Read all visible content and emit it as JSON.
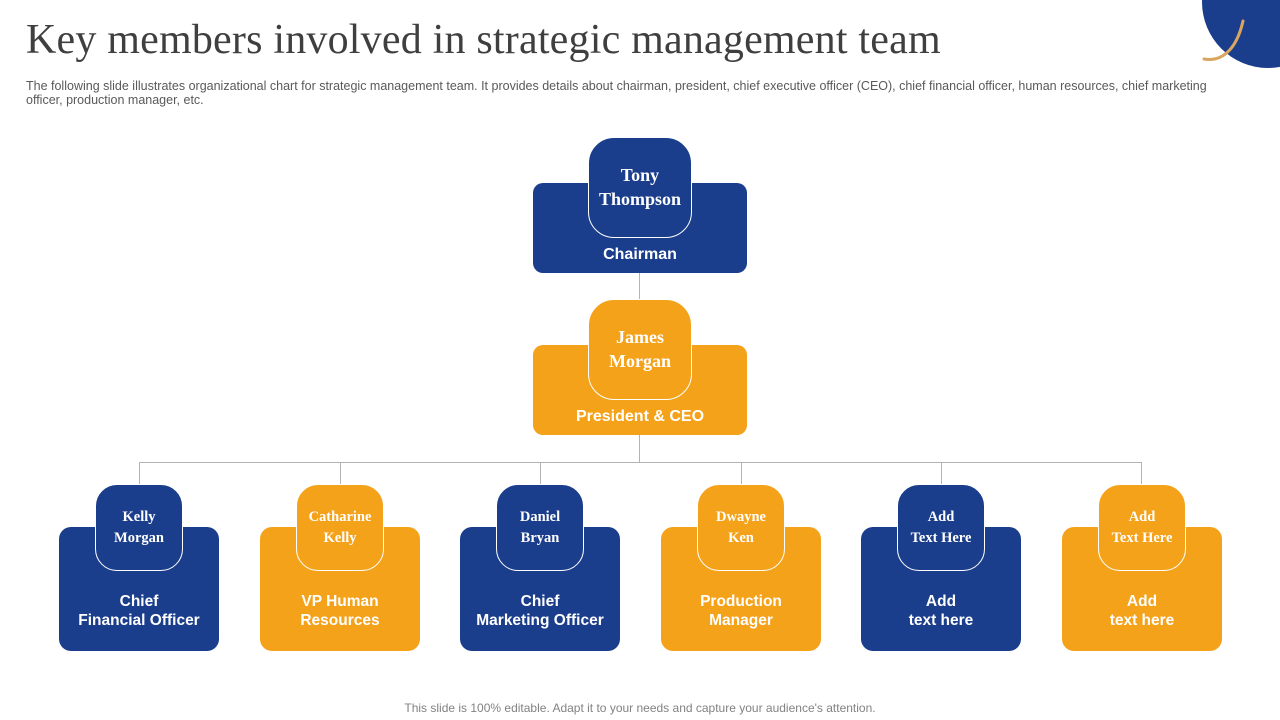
{
  "slide": {
    "title": "Key members involved in strategic management team",
    "subtitle": "The following slide illustrates organizational chart for strategic management team. It provides details about chairman, president, chief executive officer (CEO), chief financial officer, human resources, chief marketing officer, production manager, etc.",
    "footer": "This slide is 100% editable. Adapt it to your needs and capture your audience's attention."
  },
  "colors": {
    "node_blue": "#1b3e8c",
    "node_orange": "#f5a21b",
    "title_text": "#3f3f3f",
    "subtitle_text": "#595959",
    "footer_text": "#828282",
    "connector_gray": "#b3b3b3",
    "swoosh_gold": "#d9a55f",
    "badge_border": "#ffffff"
  },
  "org_chart": {
    "level1": {
      "name": "Tony\nThompson",
      "role": "Chairman",
      "color": "blue"
    },
    "level2": {
      "name": "James\nMorgan",
      "role": "President & CEO",
      "color": "orange"
    },
    "level3": [
      {
        "name": "Kelly\nMorgan",
        "role": "Chief\nFinancial Officer",
        "color": "blue"
      },
      {
        "name": "Catharine\nKelly",
        "role": "VP Human\nResources",
        "color": "orange"
      },
      {
        "name": "Daniel\nBryan",
        "role": "Chief\nMarketing Officer",
        "color": "blue"
      },
      {
        "name": "Dwayne\nKen",
        "role": "Production\nManager",
        "color": "orange"
      },
      {
        "name": "Add\nText Here",
        "role": "Add\ntext here",
        "color": "blue"
      },
      {
        "name": "Add\nText Here",
        "role": "Add\ntext here",
        "color": "orange"
      }
    ]
  }
}
